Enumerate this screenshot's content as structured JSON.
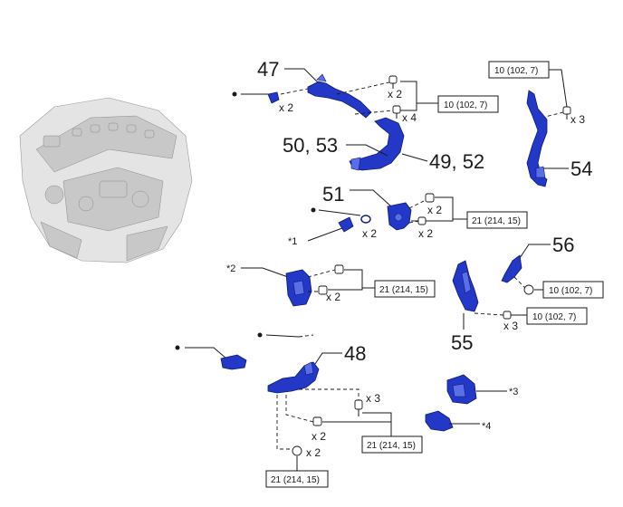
{
  "callouts": {
    "c47": "47",
    "c5053": "50, 53",
    "c4952": "49, 52",
    "c51": "51",
    "c54": "54",
    "c56": "56",
    "c55": "55",
    "c48": "48"
  },
  "quantities": {
    "q1": "x 2",
    "q2": "x 2",
    "q3": "x 4",
    "q4": "x 3",
    "q5": "x 2",
    "q6": "x 2",
    "q7": "x 2",
    "q8": "x 2",
    "q9": "x 3",
    "q10": "x 3",
    "q11": "x 2",
    "q12": "x 2"
  },
  "notes": {
    "n1": "*1",
    "n2": "*2",
    "n3": "*3",
    "n4": "*4"
  },
  "torques": {
    "t1": "10 (102, 7)",
    "t2": "10 (102, 7)",
    "t3": "21 (214, 15)",
    "t4": "21 (214, 15)",
    "t5": "10 (102, 7)",
    "t6": "10 (102, 7)",
    "t7": "21 (214, 15)",
    "t8": "21 (214, 15)"
  },
  "colors": {
    "part": "#2438c8",
    "line": "#1a1a1a",
    "engine": "#e4e4e4"
  }
}
